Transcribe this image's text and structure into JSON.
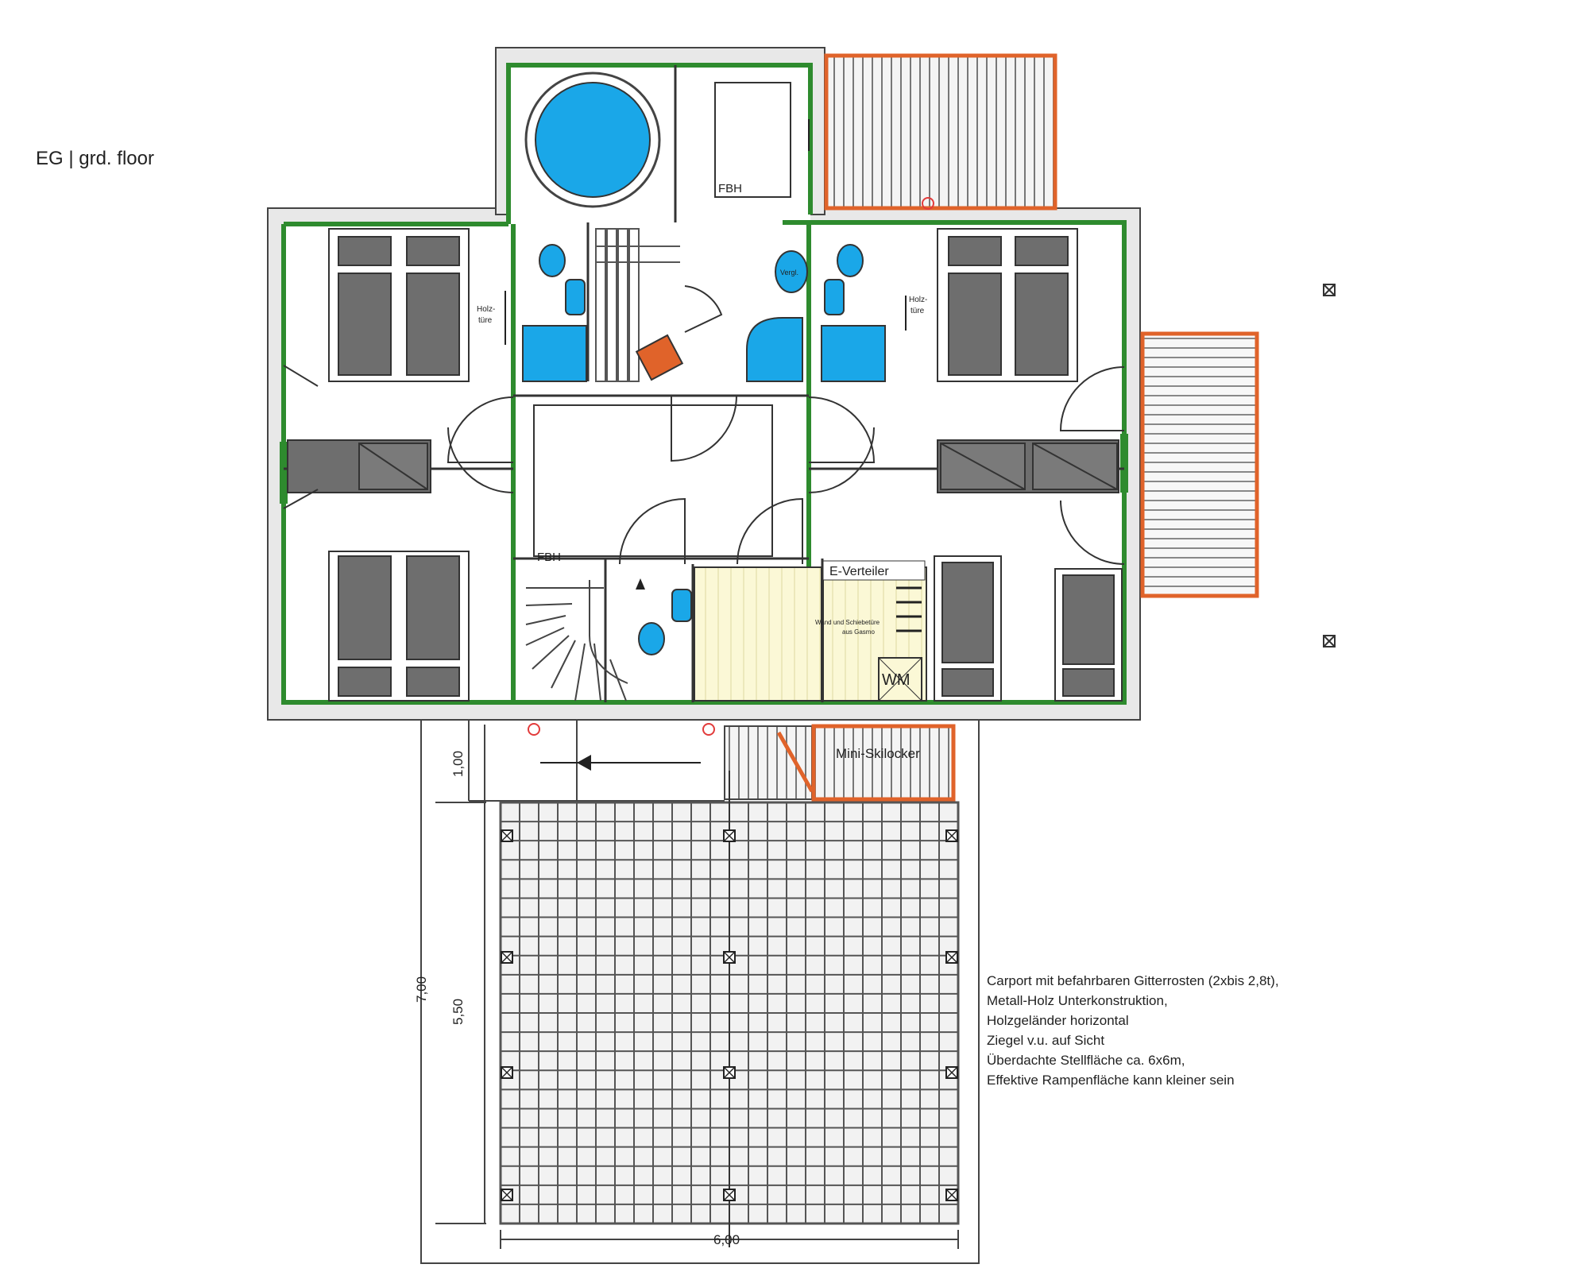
{
  "title": "EG | grd. floor",
  "labels": {
    "fbh_top": "FBH",
    "fbh_center": "FBH",
    "holz_left": "Holz-",
    "tuere_left": "türe",
    "holz_right": "Holz-",
    "tuere_right": "türe",
    "verteiler": "E-Verteiler",
    "wm": "WM",
    "wand_line1": "Wand und Schiebetüre",
    "wand_line2": "aus Gasmo",
    "ski": "Mini-Skilocker",
    "vergl": "Vergl."
  },
  "dimensions": {
    "d100": "1,00",
    "d550": "5,50",
    "d700": "7,00",
    "d600": "6,00"
  },
  "notes": [
    "Carport mit befahrbaren Gitterrosten (2xbis 2,8t),",
    "Metall-Holz Unterkonstruktion,",
    "Holzgeländer horizontal",
    "Ziegel v.u. auf Sicht",
    "Überdachte Stellfläche ca. 6x6m,",
    "Effektive Rampenfläche kann kleiner sein"
  ],
  "colors": {
    "wall": "#2e8b2e",
    "fixture": "#1aa7e8",
    "bed": "#6e6e6e",
    "deck": "#e0632a",
    "grid": "#555555",
    "utility": "#fbf8d6"
  }
}
